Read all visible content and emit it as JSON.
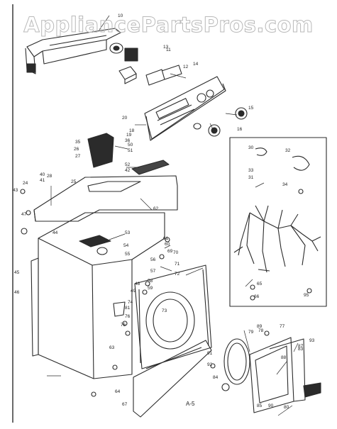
{
  "watermark": "AppliancePartsPros.com",
  "colors": {
    "ink": "#2b2b2b",
    "paper": "#ffffff",
    "watermark": "#b9b9b9"
  },
  "diagram": {
    "model_code": "A-5",
    "callouts": [
      "10",
      "11",
      "12",
      "13",
      "14",
      "15",
      "16",
      "18",
      "19",
      "20",
      "24",
      "25",
      "26",
      "27",
      "28",
      "30",
      "31",
      "32",
      "33",
      "34",
      "35",
      "36",
      "40",
      "41",
      "42",
      "43",
      "44",
      "45",
      "46",
      "47",
      "48",
      "49",
      "50",
      "51",
      "52",
      "53",
      "54",
      "55",
      "56",
      "57",
      "58",
      "59",
      "60",
      "61",
      "62",
      "63",
      "64",
      "65",
      "66",
      "67",
      "69",
      "70",
      "71",
      "72",
      "73",
      "74",
      "75",
      "76",
      "77",
      "78",
      "79",
      "80",
      "81",
      "83",
      "84",
      "85",
      "87",
      "88",
      "89",
      "90",
      "91",
      "92",
      "93",
      "95"
    ]
  }
}
